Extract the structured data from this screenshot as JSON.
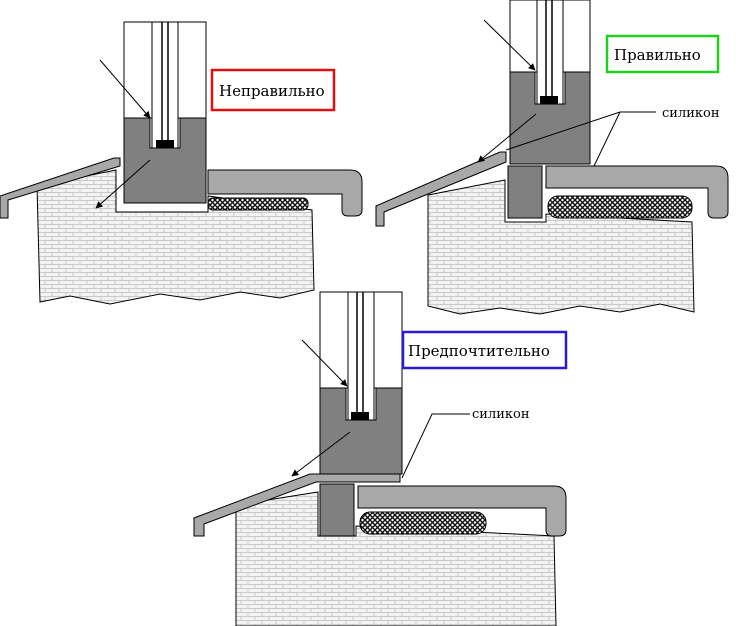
{
  "labels": {
    "incorrect": "Неправильно",
    "correct": "Правильно",
    "preferable": "Предпочтительно",
    "silicone_correct": "силикон",
    "silicone_preferable": "силикон"
  },
  "colors": {
    "incorrect_border": "#e01010",
    "correct_border": "#20d020",
    "preferable_border": "#2a1ad0",
    "frame_fill": "#808080",
    "sill_fill": "#a8a8a8",
    "wall_fill": "#eeeeee"
  }
}
